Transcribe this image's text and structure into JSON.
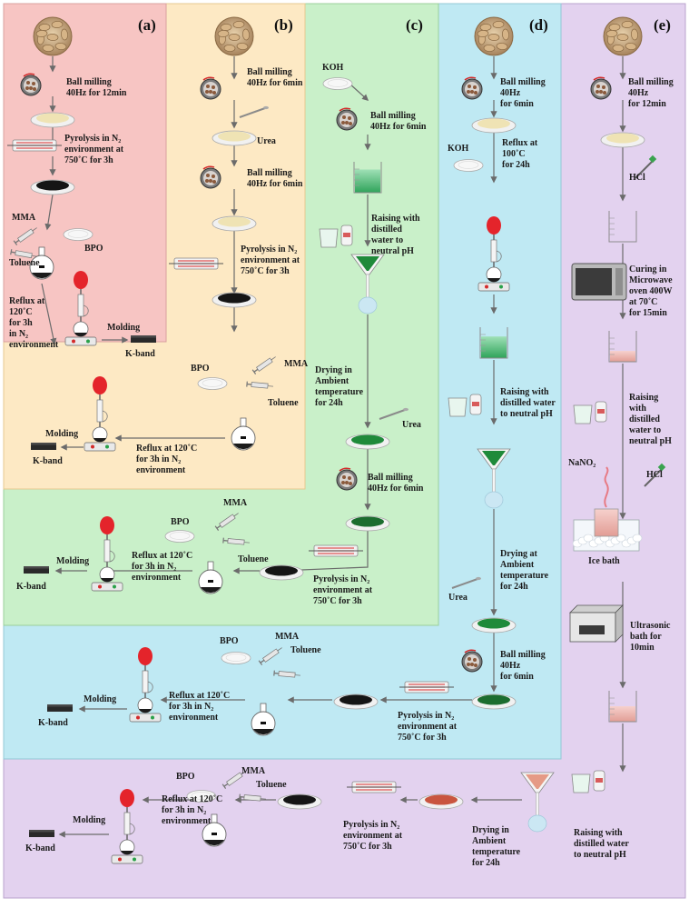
{
  "panels": {
    "a": "(a)",
    "b": "(b)",
    "c": "(c)",
    "d": "(d)",
    "e": "(e)"
  },
  "colors": {
    "panel_a": "#f7c5c3",
    "panel_b": "#fde9c4",
    "panel_c": "#c9f0c9",
    "panel_d": "#bfe9f3",
    "panel_e": "#e3d2ef",
    "char": "#151515",
    "green_powder": "#1f8a3a",
    "balloon": "#e4242b",
    "arrow": "#6b6b6b"
  },
  "steps": {
    "a": {
      "ball": [
        "Ball milling",
        "40Hz for 12min"
      ],
      "pyro": [
        "Pyrolysis in N₂",
        "environment at",
        "750˚C for 3h"
      ],
      "mma": "MMA",
      "toluene": "Toluene",
      "bpo": "BPO",
      "reflux": [
        "Reflux at",
        "120˚C",
        "for 3h",
        "in N₂",
        "environment"
      ],
      "molding": "Molding",
      "kband": "K-band"
    },
    "b": {
      "ball1": [
        "Ball milling",
        "40Hz for 6min"
      ],
      "urea": "Urea",
      "ball2": [
        "Ball milling",
        "40Hz for 6min"
      ],
      "pyro": [
        "Pyrolysis in N₂",
        "environment at",
        "750˚C for 3h"
      ],
      "bpo": "BPO",
      "mma": "MMA",
      "toluene": "Toluene",
      "reflux": [
        "Reflux at 120˚C",
        "for 3h in N₂",
        "environment"
      ],
      "molding": "Molding",
      "kband": "K-band"
    },
    "c": {
      "koh": "KOH",
      "ball1": [
        "Ball milling",
        "40Hz for 6min"
      ],
      "rinse": [
        "Raising with",
        "distilled",
        "water to",
        "neutral pH"
      ],
      "dry": [
        "Drying in",
        "Ambient",
        "temperature",
        "for 24h"
      ],
      "urea": "Urea",
      "ball2": [
        "Ball milling",
        "40Hz for 6min"
      ],
      "pyro": [
        "Pyrolysis in N₂",
        "environment at",
        "750˚C for 3h"
      ],
      "mma": "MMA",
      "bpo": "BPO",
      "toluene": "Toluene",
      "reflux": [
        "Reflux at 120˚C",
        "for 3h in N₂",
        "environment"
      ],
      "molding": "Molding",
      "kband": "K-band"
    },
    "d": {
      "ball1": [
        "Ball milling",
        "40Hz",
        "for 6min"
      ],
      "koh": "KOH",
      "reflux100": [
        "Reflux at",
        "100˚C",
        "for 24h"
      ],
      "rinse": [
        "Raising with",
        "distilled water",
        "to neutral pH"
      ],
      "dry": [
        "Drying at",
        "Ambient",
        "temperature",
        "for 24h"
      ],
      "urea": "Urea",
      "ball2": [
        "Ball milling",
        "40Hz",
        "for 6min"
      ],
      "pyro": [
        "Pyrolysis in N₂",
        "environment at",
        "750˚C for 3h"
      ],
      "bpo": "BPO",
      "mma": "MMA",
      "toluene": "Toluene",
      "reflux": [
        "Reflux at 120˚C",
        "for 3h in N₂",
        "environment"
      ],
      "molding": "Molding",
      "kband": "K-band"
    },
    "e": {
      "ball": [
        "Ball milling",
        "40Hz",
        "for 12min"
      ],
      "hcl1": "HCl",
      "micro": [
        "Curing in",
        "Microwave",
        "oven 400W",
        "at 70˚C",
        "for 15min"
      ],
      "rinse1": [
        "Raising",
        "with",
        "distilled",
        "water to",
        "neutral pH"
      ],
      "nano2": "NaNO₂",
      "hcl2": "HCl",
      "ice": "Ice bath",
      "ultra": [
        "Ultrasonic",
        "bath for",
        "10min"
      ],
      "rinse2": [
        "Raising with",
        "distilled water",
        "to neutral pH"
      ],
      "dry": [
        "Drying in",
        "Ambient",
        "temperature",
        "for 24h"
      ],
      "pyro": [
        "Pyrolysis in N₂",
        "environment at",
        "750˚C for 3h"
      ],
      "bpo": "BPO",
      "mma": "MMA",
      "toluene": "Toluene",
      "reflux": [
        "Reflux at 120˚C",
        "for 3h in N₂",
        "environment"
      ],
      "molding": "Molding",
      "kband": "K-band"
    }
  }
}
